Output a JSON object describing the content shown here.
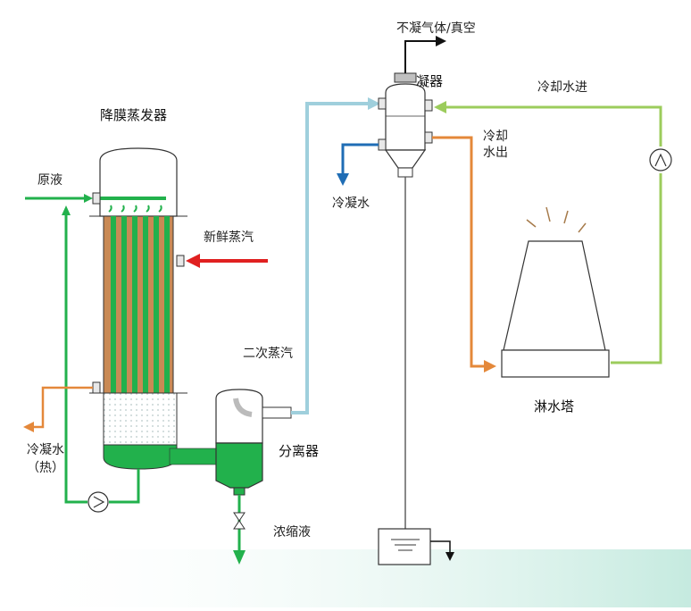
{
  "diagram": {
    "title_evaporator": "降膜蒸发器",
    "labels": {
      "feed": "原液",
      "fresh_steam": "新鲜蒸汽",
      "secondary_steam": "二次蒸汽",
      "separator": "分离器",
      "concentrate": "浓缩液",
      "condensate_hot_line1": "冷凝水",
      "condensate_hot_line2": "（热）",
      "condenser": "凝器",
      "noncondensable": "不凝气体/真空",
      "condensate_water": "冷凝水",
      "cooling_water_in": "冷却水进",
      "cooling_water_out_line1": "冷却",
      "cooling_water_out_line2": "水出",
      "cooling_tower": "淋水塔"
    },
    "colors": {
      "liquid": "#22b14c",
      "dark_green": "#169a3c",
      "steam": "#e02020",
      "vapor": "#9fcfdc",
      "hot_water": "#e4883a",
      "cooling_in": "#9ccc5c",
      "condensate_blue": "#1f6db5",
      "tube_wall": "#c98a55",
      "outline": "#333333"
    },
    "icons": [
      "pump-icon",
      "valve-icon",
      "flow-arrow-icon"
    ]
  }
}
